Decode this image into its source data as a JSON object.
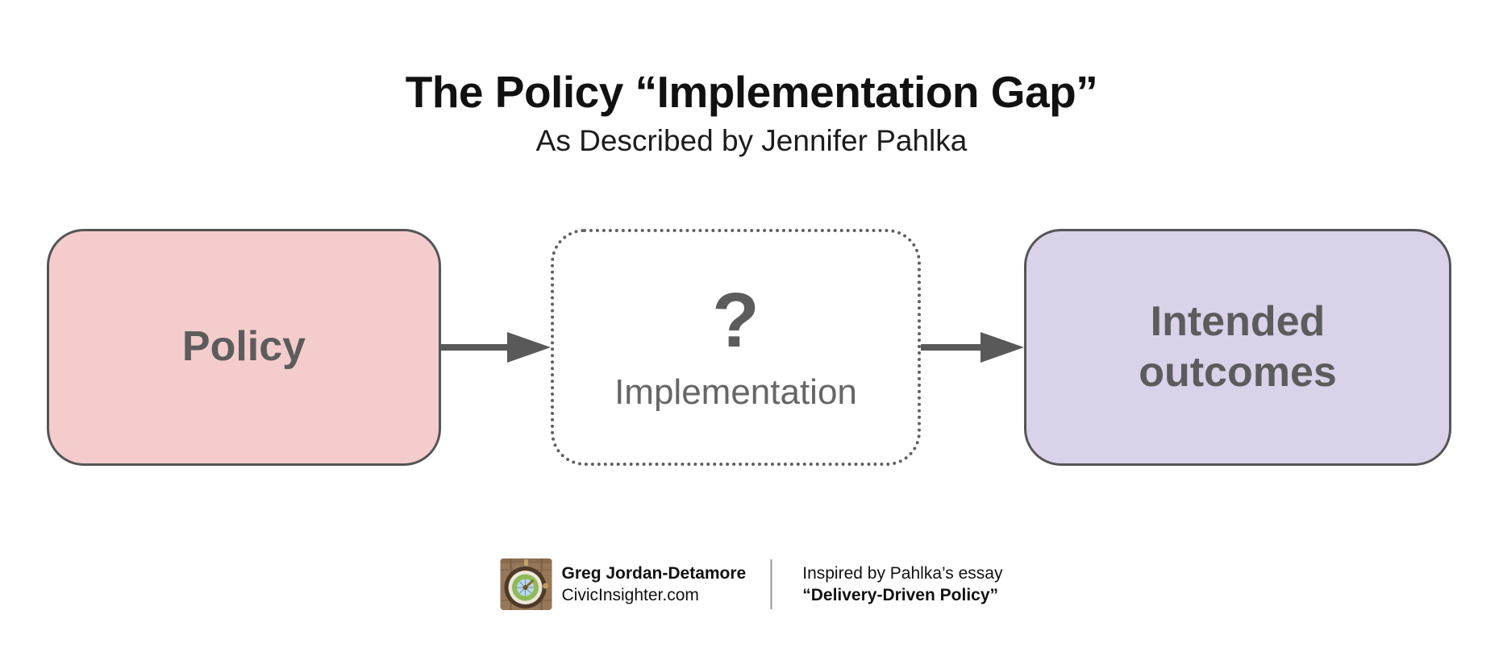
{
  "header": {
    "title": "The Policy “Implementation Gap”",
    "subtitle": "As Described by Jennifer Pahlka"
  },
  "diagram": {
    "boxes": [
      {
        "id": "policy",
        "label": "Policy",
        "fill": "#f4cccc",
        "border_style": "solid"
      },
      {
        "id": "implementation",
        "question_mark": "?",
        "label": "Implementation",
        "border_style": "dotted"
      },
      {
        "id": "outcomes",
        "label": "Intended outcomes",
        "fill": "#d9d2e9",
        "border_style": "solid"
      }
    ],
    "arrows": [
      {
        "from": "policy",
        "to": "implementation"
      },
      {
        "from": "implementation",
        "to": "outcomes"
      }
    ]
  },
  "footer": {
    "logo": "civicinsighter-compass-logo",
    "author_name": "Greg Jordan-Detamore",
    "author_site": "CivicInsighter.com",
    "credit_line1": "Inspired by Pahlka’s essay",
    "credit_line2": "“Delivery-Driven Policy”"
  },
  "colors": {
    "pink": "#f4cccc",
    "purple": "#d9d2e9",
    "border": "#555555",
    "box_text": "#5c5c5c",
    "arrow": "#595959",
    "title": "#111111",
    "divider": "#999999"
  }
}
